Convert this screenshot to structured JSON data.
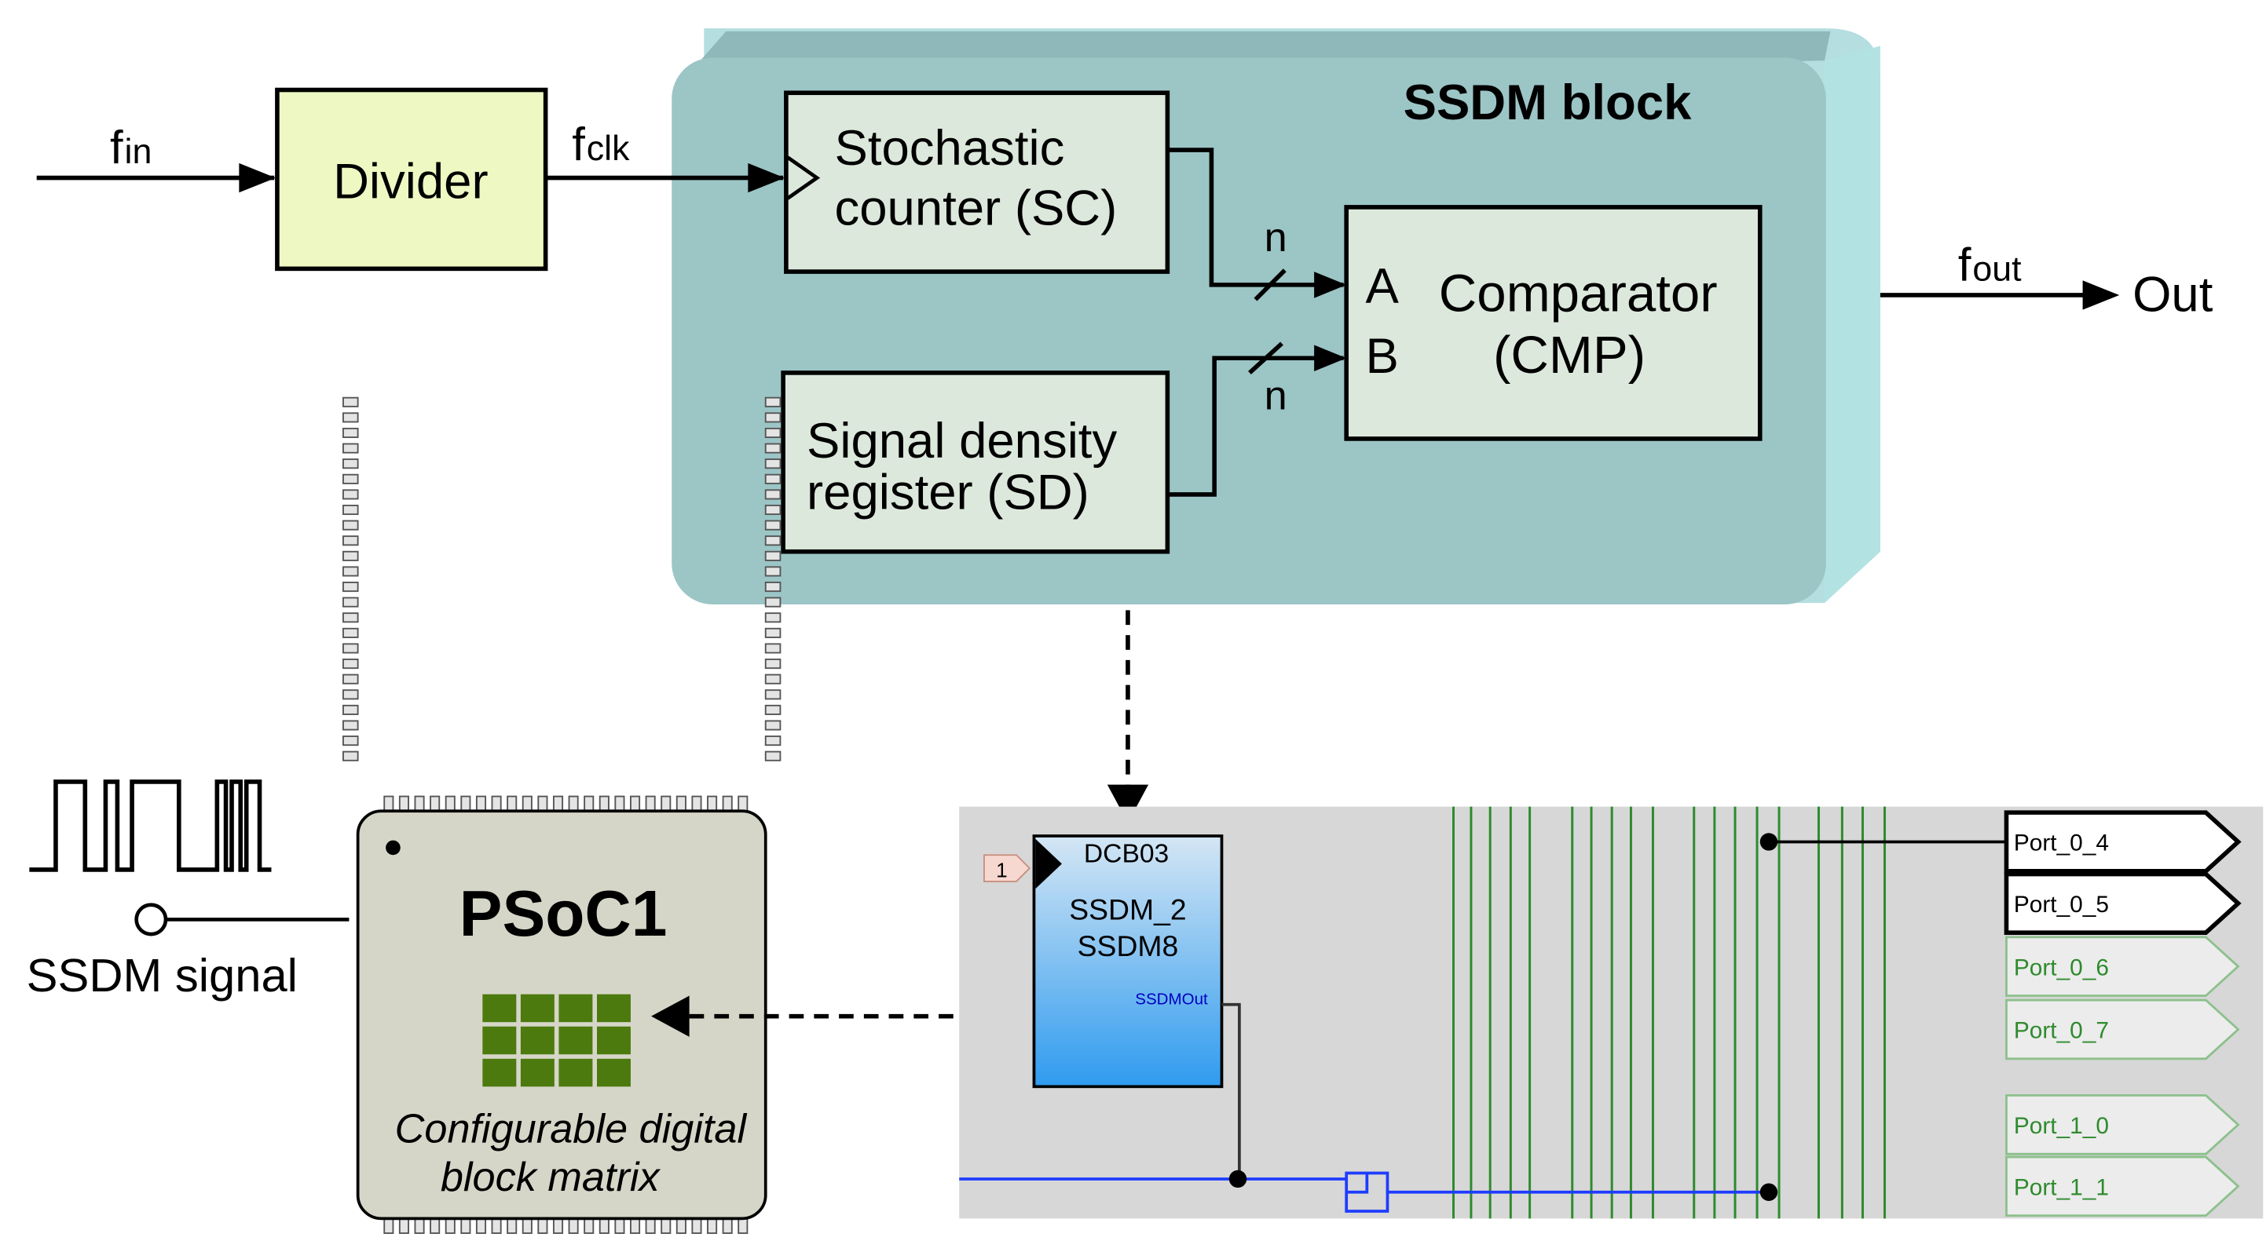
{
  "top": {
    "input_label": "f",
    "input_sub": "in",
    "divider_label": "Divider",
    "clk_label": "f",
    "clk_sub": "clk",
    "ssdm_block_title": "SSDM block",
    "sc_line1": "Stochastic",
    "sc_line2": "counter (SC)",
    "sd_line1": "Signal density",
    "sd_line2": "register (SD)",
    "bus_width_a": "n",
    "bus_width_b": "n",
    "cmp_port_a": "A",
    "cmp_port_b": "B",
    "cmp_line1": "Comparator",
    "cmp_line2": "(CMP)",
    "out_freq_label": "f",
    "out_freq_sub": "out",
    "out_label": "Out"
  },
  "bottom_left": {
    "signal_label": "SSDM signal",
    "chip_title": "PSoC1",
    "matrix_line1": "Configurable digital",
    "matrix_line2": "block matrix"
  },
  "bottom_right": {
    "pin_number": "1",
    "dcb_name": "DCB03",
    "module_line1": "SSDM_2",
    "module_line2": "SSDM8",
    "output_pin": "SSDMOut",
    "ports": [
      {
        "label": "Port_0_4",
        "active": true
      },
      {
        "label": "Port_0_5",
        "active": true
      },
      {
        "label": "Port_0_6",
        "active": false
      },
      {
        "label": "Port_0_7",
        "active": false
      },
      {
        "label": "Port_1_0",
        "active": false
      },
      {
        "label": "Port_1_1",
        "active": false
      }
    ]
  },
  "colors": {
    "divider_fill": "#EEF8C3",
    "ssdm_block_fill": "#9CC5C6",
    "inner_box_fill": "#DCE8DC",
    "chip_fill": "#D6D6C8",
    "matrix_cell": "#4C7A0E",
    "routing_panel": "#D7D7D7",
    "routing_green": "#2E8B2E",
    "routing_blue": "#1E3CFF",
    "port_active_text": "#000000",
    "port_inactive_text": "#2E8B2E"
  }
}
